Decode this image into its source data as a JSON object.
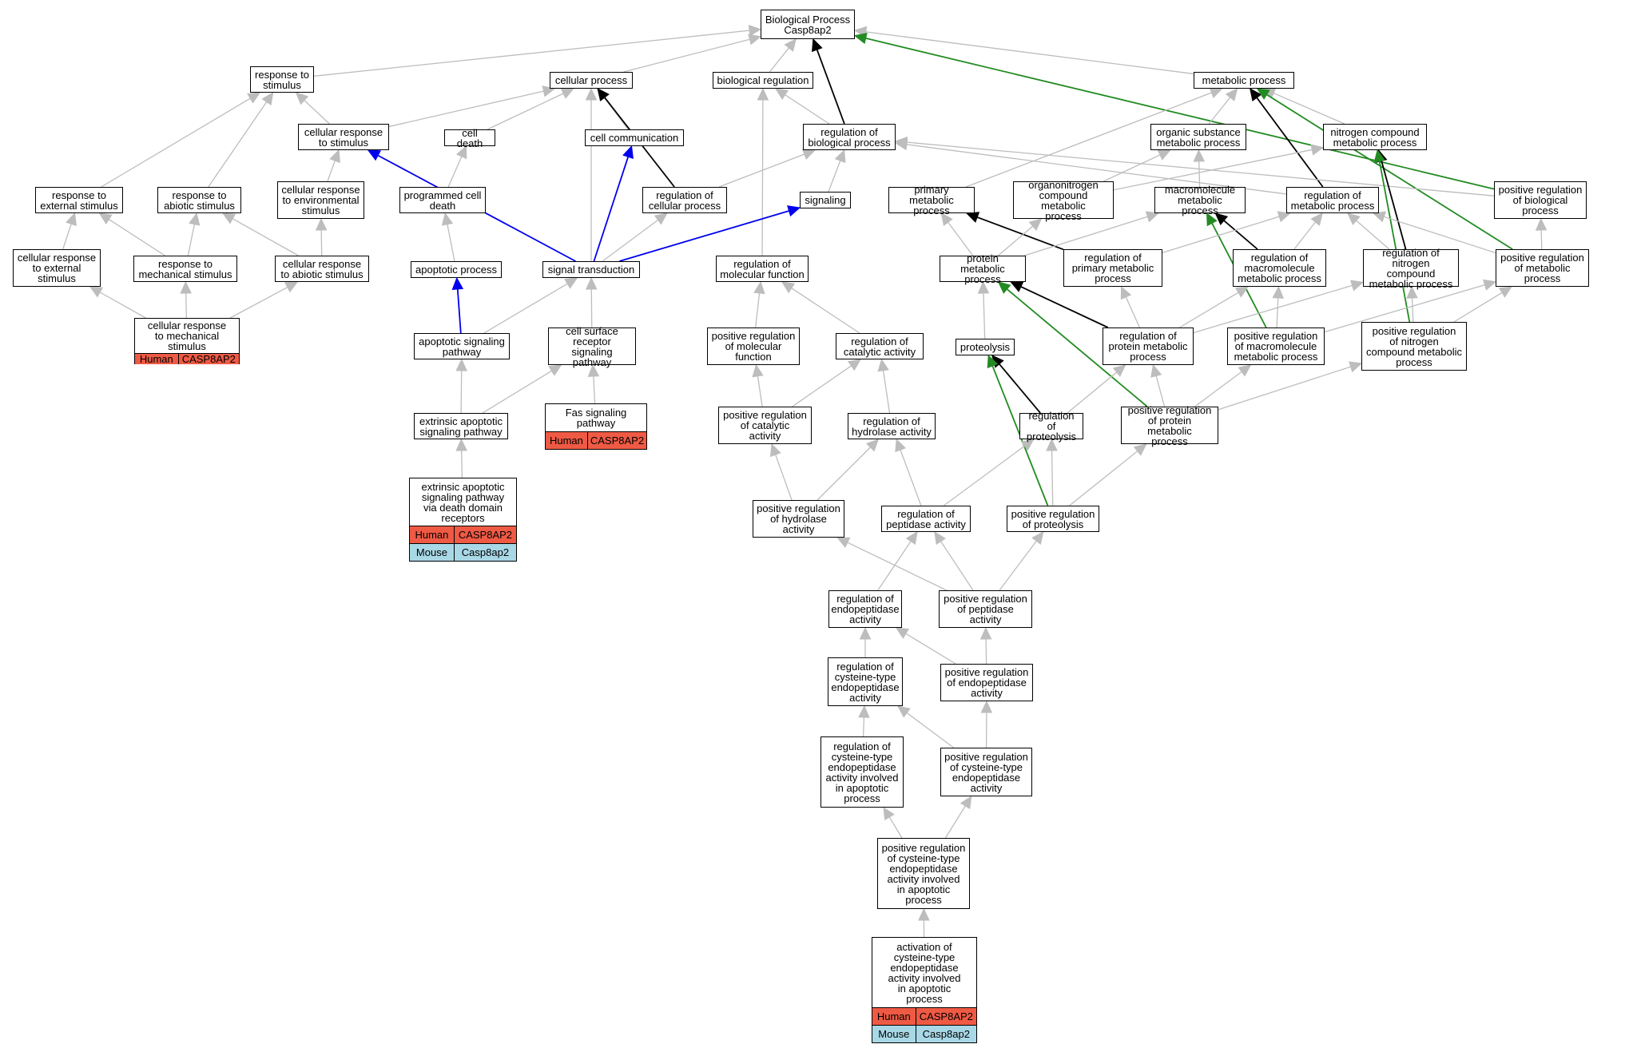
{
  "colors": {
    "is_a": "#bdbdbd",
    "part_of": "#000000",
    "positively_regulates": "#228b22",
    "has_part": "#0000ee",
    "human": "#ef5a45",
    "mouse": "#a8d8e6"
  },
  "nodes": {
    "bp": "Biological Process\nCasp8ap2",
    "resp_stim": "response to\nstimulus",
    "cell_proc": "cellular process",
    "bio_reg": "biological regulation",
    "met_proc": "metabolic process",
    "cell_resp_stim": "cellular response\nto stimulus",
    "cell_death": "cell death",
    "cell_comm": "cell communication",
    "reg_bio": "regulation of\nbiological process",
    "org_sub": "organic substance\nmetabolic process",
    "nitro": "nitrogen compound\nmetabolic process",
    "resp_ext": "response to\nexternal stimulus",
    "resp_abio": "response to\nabiotic stimulus",
    "cr_env": "cellular response\nto environmental\nstimulus",
    "prog_death": "programmed cell\ndeath",
    "reg_cell": "regulation of\ncellular process",
    "signaling": "signaling",
    "prim_met": "primary metabolic\nprocess",
    "orgnitro": "organonitrogen\ncompound metabolic\nprocess",
    "macro": "macromolecule\nmetabolic process",
    "reg_met": "regulation of\nmetabolic process",
    "pos_bio": "positive regulation\nof biological\nprocess",
    "cr_ext": "cellular response\nto external\nstimulus",
    "resp_mech": "response to\nmechanical stimulus",
    "cr_abio": "cellular response\nto abiotic stimulus",
    "apop": "apoptotic process",
    "sig_trans": "signal transduction",
    "reg_mol": "regulation of\nmolecular function",
    "prot_met": "protein metabolic\nprocess",
    "reg_prim": "regulation of\nprimary metabolic\nprocess",
    "reg_macro": "regulation of\nmacromolecule\nmetabolic process",
    "reg_nitro": "regulation of\nnitrogen compound\nmetabolic process",
    "pos_met": "positive regulation\nof metabolic\nprocess",
    "cr_mech": "cellular response\nto mechanical\nstimulus",
    "apop_sig": "apoptotic signaling\npathway",
    "csr": "cell surface\nreceptor signaling\npathway",
    "pos_molf": "positive regulation\nof molecular\nfunction",
    "reg_cat": "regulation of\ncatalytic activity",
    "proteolysis": "proteolysis",
    "reg_protm": "regulation of\nprotein metabolic\nprocess",
    "pos_macro": "positive regulation\nof macromolecule\nmetabolic process",
    "pos_nitro": "positive regulation\nof nitrogen\ncompound metabolic\nprocess",
    "ext_apop": "extrinsic apoptotic\nsignaling pathway",
    "fas": "Fas signaling\npathway",
    "pos_cat": "positive regulation\nof catalytic\nactivity",
    "reg_hyd": "regulation of\nhydrolase activity",
    "reg_prot": "regulation of\nproteolysis",
    "pos_protm": "positive regulation\nof protein metabolic\nprocess",
    "ext_dd": "extrinsic apoptotic\nsignaling pathway\nvia death domain\nreceptors",
    "pos_hyd": "positive regulation\nof hydrolase\nactivity",
    "reg_pep": "regulation of\npeptidase activity",
    "pos_prot": "positive regulation\nof proteolysis",
    "reg_endo": "regulation of\nendopeptidase\nactivity",
    "pos_pep": "positive regulation\nof peptidase\nactivity",
    "reg_cys": "regulation of\ncysteine-type\nendopeptidase\nactivity",
    "pos_endo": "positive regulation\nof endopeptidase\nactivity",
    "reg_cys_apop": "regulation of\ncysteine-type\nendopeptidase\nactivity involved\nin apoptotic\nprocess",
    "pos_cys": "positive regulation\nof cysteine-type\nendopeptidase\nactivity",
    "pos_cys_apop": "positive regulation\nof cysteine-type\nendopeptidase\nactivity involved\nin apoptotic\nprocess",
    "act_cys": "activation of\ncysteine-type\nendopeptidase\nactivity involved\nin apoptotic\nprocess"
  },
  "annotations": {
    "cr_mech": [
      {
        "species": "Human",
        "gene": "CASP8AP2"
      }
    ],
    "fas": [
      {
        "species": "Human",
        "gene": "CASP8AP2"
      }
    ],
    "ext_dd": [
      {
        "species": "Human",
        "gene": "CASP8AP2"
      },
      {
        "species": "Mouse",
        "gene": "Casp8ap2"
      }
    ],
    "act_cys": [
      {
        "species": "Human",
        "gene": "CASP8AP2"
      },
      {
        "species": "Mouse",
        "gene": "Casp8ap2"
      }
    ]
  },
  "edges": [
    [
      "resp_stim",
      "bp",
      "is_a"
    ],
    [
      "cell_proc",
      "bp",
      "is_a"
    ],
    [
      "bio_reg",
      "bp",
      "is_a"
    ],
    [
      "met_proc",
      "bp",
      "is_a"
    ],
    [
      "reg_bio",
      "bp",
      "part_of"
    ],
    [
      "pos_bio",
      "bp",
      "positively_regulates"
    ],
    [
      "cell_resp_stim",
      "resp_stim",
      "is_a"
    ],
    [
      "resp_ext",
      "resp_stim",
      "is_a"
    ],
    [
      "resp_abio",
      "resp_stim",
      "is_a"
    ],
    [
      "cell_resp_stim",
      "cell_proc",
      "is_a"
    ],
    [
      "cell_death",
      "cell_proc",
      "is_a"
    ],
    [
      "cell_comm",
      "cell_proc",
      "is_a"
    ],
    [
      "sig_trans",
      "cell_proc",
      "is_a"
    ],
    [
      "reg_cell",
      "cell_proc",
      "part_of"
    ],
    [
      "reg_bio",
      "bio_reg",
      "is_a"
    ],
    [
      "reg_mol",
      "bio_reg",
      "is_a"
    ],
    [
      "org_sub",
      "met_proc",
      "is_a"
    ],
    [
      "nitro",
      "met_proc",
      "is_a"
    ],
    [
      "prim_met",
      "met_proc",
      "is_a"
    ],
    [
      "reg_met",
      "met_proc",
      "part_of"
    ],
    [
      "pos_met",
      "met_proc",
      "positively_regulates"
    ],
    [
      "cr_env",
      "cell_resp_stim",
      "is_a"
    ],
    [
      "sig_trans",
      "cell_resp_stim",
      "has_part"
    ],
    [
      "prog_death",
      "cell_death",
      "is_a"
    ],
    [
      "sig_trans",
      "cell_comm",
      "has_part"
    ],
    [
      "reg_cell",
      "reg_bio",
      "is_a"
    ],
    [
      "signaling",
      "reg_bio",
      "is_a"
    ],
    [
      "reg_met",
      "reg_bio",
      "is_a"
    ],
    [
      "pos_bio",
      "reg_bio",
      "is_a"
    ],
    [
      "orgnitro",
      "org_sub",
      "is_a"
    ],
    [
      "macro",
      "org_sub",
      "is_a"
    ],
    [
      "orgnitro",
      "nitro",
      "is_a"
    ],
    [
      "reg_nitro",
      "nitro",
      "part_of"
    ],
    [
      "pos_nitro",
      "nitro",
      "positively_regulates"
    ],
    [
      "resp_mech",
      "resp_ext",
      "is_a"
    ],
    [
      "cr_ext",
      "resp_ext",
      "is_a"
    ],
    [
      "resp_mech",
      "resp_abio",
      "is_a"
    ],
    [
      "cr_abio",
      "resp_abio",
      "is_a"
    ],
    [
      "cr_abio",
      "cr_env",
      "is_a"
    ],
    [
      "apop",
      "prog_death",
      "is_a"
    ],
    [
      "sig_trans",
      "reg_cell",
      "is_a"
    ],
    [
      "sig_trans",
      "signaling",
      "has_part"
    ],
    [
      "prot_met",
      "prim_met",
      "is_a"
    ],
    [
      "reg_prim",
      "prim_met",
      "part_of"
    ],
    [
      "prot_met",
      "orgnitro",
      "is_a"
    ],
    [
      "prot_met",
      "macro",
      "is_a"
    ],
    [
      "reg_macro",
      "macro",
      "part_of"
    ],
    [
      "pos_macro",
      "macro",
      "positively_regulates"
    ],
    [
      "reg_prim",
      "reg_met",
      "is_a"
    ],
    [
      "reg_macro",
      "reg_met",
      "is_a"
    ],
    [
      "reg_nitro",
      "reg_met",
      "is_a"
    ],
    [
      "pos_met",
      "reg_met",
      "is_a"
    ],
    [
      "pos_met",
      "pos_bio",
      "is_a"
    ],
    [
      "cr_mech",
      "cr_ext",
      "is_a"
    ],
    [
      "cr_mech",
      "resp_mech",
      "is_a"
    ],
    [
      "cr_mech",
      "cr_abio",
      "is_a"
    ],
    [
      "apop_sig",
      "apop",
      "has_part"
    ],
    [
      "apop_sig",
      "sig_trans",
      "is_a"
    ],
    [
      "csr",
      "sig_trans",
      "is_a"
    ],
    [
      "pos_molf",
      "reg_mol",
      "is_a"
    ],
    [
      "reg_cat",
      "reg_mol",
      "is_a"
    ],
    [
      "proteolysis",
      "prot_met",
      "is_a"
    ],
    [
      "reg_protm",
      "prot_met",
      "part_of"
    ],
    [
      "pos_protm",
      "prot_met",
      "positively_regulates"
    ],
    [
      "reg_protm",
      "reg_prim",
      "is_a"
    ],
    [
      "reg_protm",
      "reg_macro",
      "is_a"
    ],
    [
      "pos_macro",
      "reg_macro",
      "is_a"
    ],
    [
      "reg_protm",
      "reg_nitro",
      "is_a"
    ],
    [
      "pos_nitro",
      "reg_nitro",
      "is_a"
    ],
    [
      "pos_macro",
      "pos_met",
      "is_a"
    ],
    [
      "pos_nitro",
      "pos_met",
      "is_a"
    ],
    [
      "ext_apop",
      "apop_sig",
      "is_a"
    ],
    [
      "ext_apop",
      "csr",
      "is_a"
    ],
    [
      "fas",
      "csr",
      "is_a"
    ],
    [
      "pos_cat",
      "pos_molf",
      "is_a"
    ],
    [
      "pos_cat",
      "reg_cat",
      "is_a"
    ],
    [
      "reg_hyd",
      "reg_cat",
      "is_a"
    ],
    [
      "reg_prot",
      "proteolysis",
      "part_of"
    ],
    [
      "pos_prot",
      "proteolysis",
      "positively_regulates"
    ],
    [
      "reg_prot",
      "reg_protm",
      "is_a"
    ],
    [
      "pos_protm",
      "reg_protm",
      "is_a"
    ],
    [
      "pos_protm",
      "pos_macro",
      "is_a"
    ],
    [
      "pos_protm",
      "pos_nitro",
      "is_a"
    ],
    [
      "ext_dd",
      "ext_apop",
      "is_a"
    ],
    [
      "pos_hyd",
      "pos_cat",
      "is_a"
    ],
    [
      "pos_hyd",
      "reg_hyd",
      "is_a"
    ],
    [
      "reg_pep",
      "reg_hyd",
      "is_a"
    ],
    [
      "reg_pep",
      "reg_prot",
      "is_a"
    ],
    [
      "pos_prot",
      "reg_prot",
      "is_a"
    ],
    [
      "pos_prot",
      "pos_protm",
      "is_a"
    ],
    [
      "pos_pep",
      "pos_hyd",
      "is_a"
    ],
    [
      "pos_pep",
      "reg_pep",
      "is_a"
    ],
    [
      "reg_endo",
      "reg_pep",
      "is_a"
    ],
    [
      "pos_pep",
      "pos_prot",
      "is_a"
    ],
    [
      "reg_cys",
      "reg_endo",
      "is_a"
    ],
    [
      "pos_endo",
      "reg_endo",
      "is_a"
    ],
    [
      "pos_endo",
      "pos_pep",
      "is_a"
    ],
    [
      "reg_cys_apop",
      "reg_cys",
      "is_a"
    ],
    [
      "pos_cys",
      "reg_cys",
      "is_a"
    ],
    [
      "pos_cys",
      "pos_endo",
      "is_a"
    ],
    [
      "pos_cys_apop",
      "reg_cys_apop",
      "is_a"
    ],
    [
      "pos_cys_apop",
      "pos_cys",
      "is_a"
    ],
    [
      "act_cys",
      "pos_cys_apop",
      "is_a"
    ]
  ]
}
